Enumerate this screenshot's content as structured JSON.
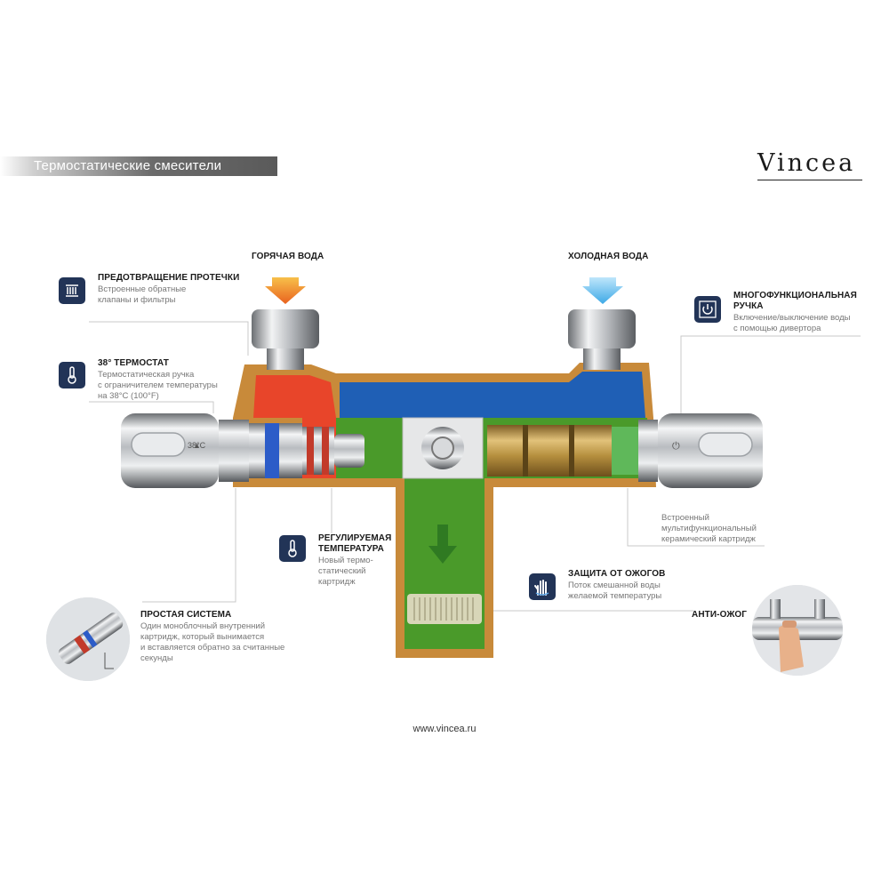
{
  "header": {
    "title": "Термостатические смесители",
    "brand": "Vincea"
  },
  "inlets": {
    "hot_label": "ГОРЯЧАЯ ВОДА",
    "cold_label": "ХОЛОДНАЯ ВОДА"
  },
  "knob": {
    "temp_label": "38°C"
  },
  "features": {
    "leak": {
      "title": "ПРЕДОТВРАЩЕНИЕ ПРОТЕЧКИ",
      "desc1": "Встроенные обратные",
      "desc2": "клапаны и фильтры",
      "icon": "filter-icon"
    },
    "thermostat": {
      "title": "38° ТЕРМОСТАТ",
      "desc1": "Термостатическая ручка",
      "desc2": "с ограничителем температуры",
      "desc3": "на 38°C (100°F)",
      "icon": "thermometer-icon"
    },
    "adjustable": {
      "title1": "РЕГУЛИРУЕМАЯ",
      "title2": "ТЕМПЕРАТУРА",
      "desc1": "Новый термо-",
      "desc2": "статический",
      "desc3": "картридж",
      "icon": "thermometer-icon"
    },
    "simple": {
      "title": "ПРОСТАЯ СИСТЕМА",
      "desc1": "Один моноблочный внутренний",
      "desc2": "картридж, который вынимается",
      "desc3": "и вставляется обратно за считанные",
      "desc4": "секунды"
    },
    "multi": {
      "title1": "МНОГОФУНКЦИОНАЛЬНАЯ",
      "title2": "РУЧКА",
      "desc1": "Включение/выключение воды",
      "desc2": "с помощью дивертора",
      "icon": "power-icon"
    },
    "cartridge": {
      "desc1": "Встроенный",
      "desc2": "мультифункциональный",
      "desc3": "керамический картридж"
    },
    "scald": {
      "title": "ЗАЩИТА ОТ ОЖОГОВ",
      "desc1": "Поток смешанной воды",
      "desc2": "желаемой температуры",
      "icon": "hand-icon"
    },
    "anti": {
      "title": "АНТИ-ОЖОГ"
    }
  },
  "footer": {
    "url": "www.vincea.ru"
  },
  "colors": {
    "hot": "#e8452a",
    "cold": "#1f5fb5",
    "mixed": "#4a9a2a",
    "casing": "#c88a3a",
    "icon_bg": "#223457"
  }
}
